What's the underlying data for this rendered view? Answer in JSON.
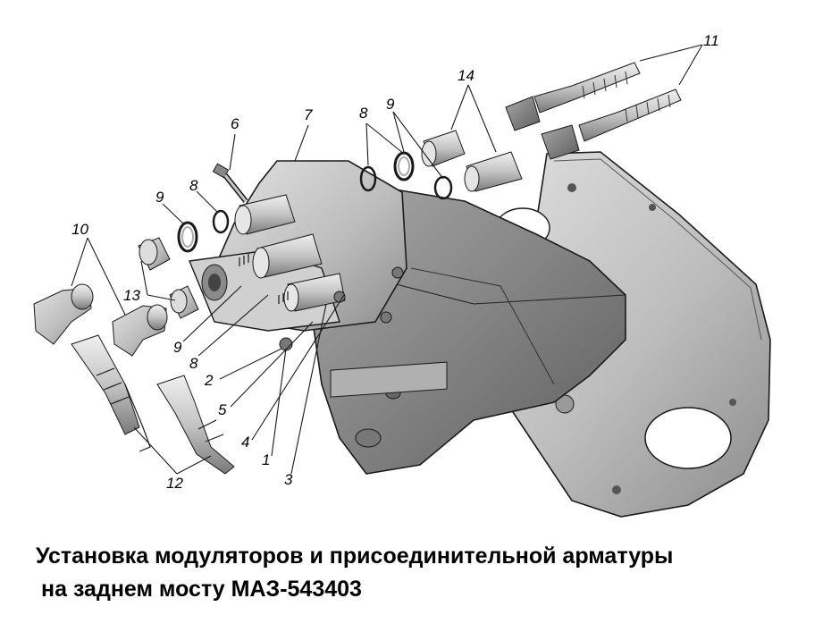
{
  "diagram": {
    "callouts": [
      {
        "id": "c1",
        "text": "1"
      },
      {
        "id": "c2",
        "text": "2"
      },
      {
        "id": "c3",
        "text": "3"
      },
      {
        "id": "c4",
        "text": "4"
      },
      {
        "id": "c5",
        "text": "5"
      },
      {
        "id": "c6",
        "text": "6"
      },
      {
        "id": "c7",
        "text": "7"
      },
      {
        "id": "c8a",
        "text": "8"
      },
      {
        "id": "c8b",
        "text": "8"
      },
      {
        "id": "c8c",
        "text": "8"
      },
      {
        "id": "c9a",
        "text": "9"
      },
      {
        "id": "c9b",
        "text": "9"
      },
      {
        "id": "c9c",
        "text": "9"
      },
      {
        "id": "c10",
        "text": "10"
      },
      {
        "id": "c11",
        "text": "11"
      },
      {
        "id": "c12",
        "text": "12"
      },
      {
        "id": "c13",
        "text": "13"
      },
      {
        "id": "c14",
        "text": "14"
      }
    ]
  },
  "caption": {
    "line1": "Установка модуляторов и присоединительной арматуры",
    "line2": "на заднем мосту МАЗ-543403"
  },
  "colors": {
    "part_fill": "#c9c9c9",
    "part_dark": "#8a8a8a",
    "outline": "#1a1a1a",
    "background": "#ffffff"
  }
}
